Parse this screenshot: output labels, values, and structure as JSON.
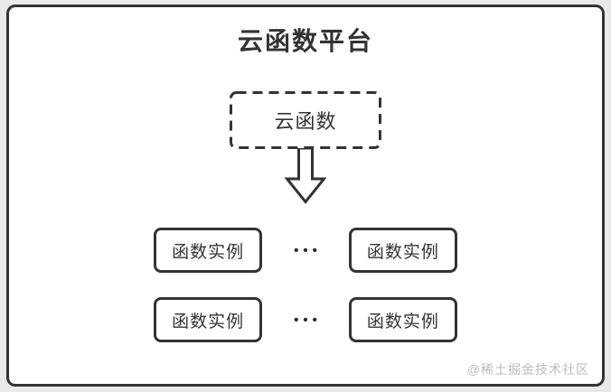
{
  "colors": {
    "page_bg": "#e9e9e9",
    "panel_bg": "#ffffff",
    "line": "#333333",
    "watermark": "#bcbcbc"
  },
  "diagram": {
    "title": "云函数平台",
    "cloud_function": {
      "label": "云函数"
    },
    "arrow_icon": "down-arrow",
    "rows": [
      {
        "left": "函数实例",
        "ellipsis": "•••",
        "right": "函数实例"
      },
      {
        "left": "函数实例",
        "ellipsis": "•••",
        "right": "函数实例"
      }
    ],
    "watermark": "@稀土掘金技术社区"
  }
}
